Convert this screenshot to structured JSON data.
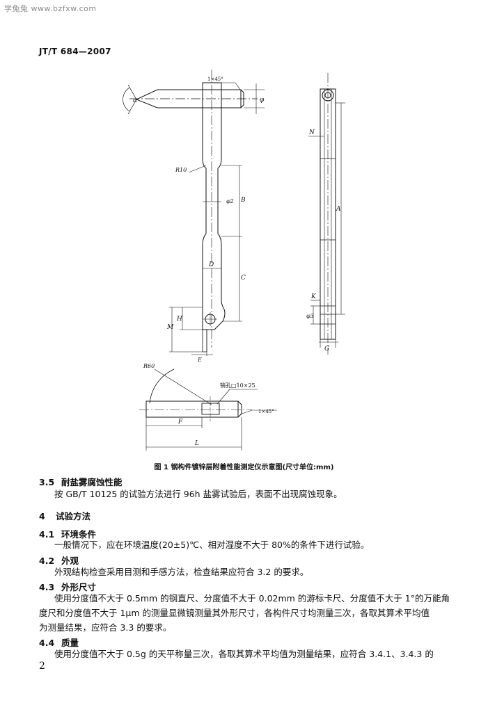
{
  "watermark": "学兔兔 www.bzfxw.com",
  "standard_code": "JT/T 684—2007",
  "figure": {
    "caption": "图 1   钢构件镀锌层附着性能测定仪示意图(尺寸单位:mm)",
    "labels": {
      "chamfer_top": "1×45°",
      "alpha": "α",
      "phi": "φ",
      "r10": "R10",
      "phi2": "φ2",
      "B": "B",
      "C": "C",
      "D": "D",
      "M": "M",
      "H": "H",
      "E_bottom": "E",
      "N": "N",
      "A": "A",
      "K": "K",
      "phi3": "φ3",
      "G": "G",
      "r60": "R60",
      "pin_hole": "销孔□10×25",
      "chamfer_bottom": "1×45°",
      "F": "F",
      "L": "L"
    }
  },
  "sections": [
    {
      "num": "3.5",
      "title": "耐盐雾腐蚀性能"
    },
    {
      "num": "4",
      "title": "试验方法"
    },
    {
      "num": "4.1",
      "title": "环境条件"
    },
    {
      "num": "4.2",
      "title": "外观"
    },
    {
      "num": "4.3",
      "title": "外形尺寸"
    },
    {
      "num": "4.4",
      "title": "质量"
    }
  ],
  "paragraphs": [
    "按 GB/T 10125 的试验方法进行 96h 盐雾试验后，表面不出现腐蚀现象。",
    "一般情况下，应在环境温度(20±5)℃、相对湿度不大于 80%的条件下进行试验。",
    "外观结构检查采用目测和手感方法，检查结果应符合 3.2 的要求。",
    "使用分度值不大于 0.5mm 的钢直尺、分度值不大于 0.02mm 的游标卡尺、分度值不大于 1°的万能角",
    "度尺和分度值不大于 1μm 的测量显微镜测量其外形尺寸，各构件尺寸均测量三次，各取其算术平均值",
    "为测量结果，应符合 3.3 的要求。",
    "使用分度值不大于 0.5g 的天平称量三次，各取其算术平均值为测量结果，应符合 3.4.1、3.4.3 的"
  ],
  "page_number": "2"
}
